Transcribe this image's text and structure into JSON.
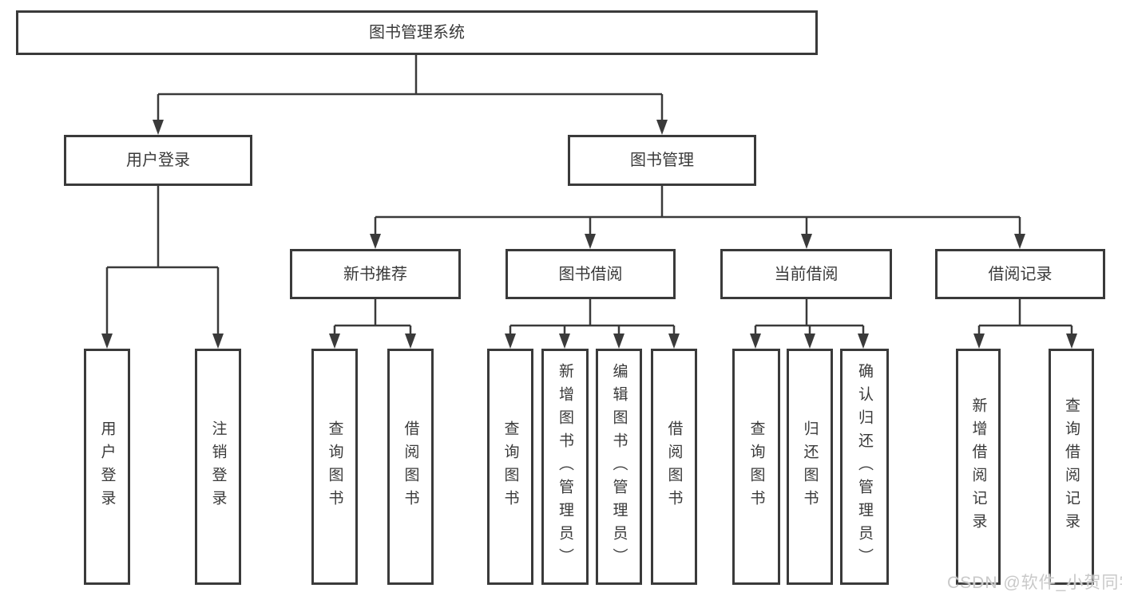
{
  "diagram_title": "图书管理系统",
  "colors": {
    "line": "#3a3a3a",
    "box_background": "#ffffff",
    "page_background": "#ffffff",
    "watermark": "#c9c9c9"
  },
  "nodes": {
    "root": {
      "label": "图书管理系统"
    },
    "user_login": {
      "label": "用户登录"
    },
    "book_mgmt": {
      "label": "图书管理"
    },
    "new_book_rec": {
      "label": "新书推荐"
    },
    "book_borrow": {
      "label": "图书借阅"
    },
    "current_borrow": {
      "label": "当前借阅"
    },
    "borrow_records": {
      "label": "借阅记录"
    },
    "user_login_leaf": {
      "label": "用户登录"
    },
    "logout_leaf": {
      "label": "注销登录"
    },
    "query_books_rec": {
      "label": "查询图书"
    },
    "borrow_books_rec": {
      "label": "借阅图书"
    },
    "query_books_borrow": {
      "label": "查询图书"
    },
    "add_book_admin": {
      "label": "新增图书（管理员）"
    },
    "edit_book_admin": {
      "label": "编辑图书（管理员）"
    },
    "borrow_books_borrow": {
      "label": "借阅图书"
    },
    "query_books_current": {
      "label": "查询图书"
    },
    "return_books": {
      "label": "归还图书"
    },
    "confirm_return_admin": {
      "label": "确认归还（管理员）"
    },
    "add_borrow_record": {
      "label": "新增借阅记录"
    },
    "query_borrow_record": {
      "label": "查询借阅记录"
    }
  },
  "edges": [
    [
      "root",
      "user_login"
    ],
    [
      "root",
      "book_mgmt"
    ],
    [
      "user_login",
      "user_login_leaf"
    ],
    [
      "user_login",
      "logout_leaf"
    ],
    [
      "book_mgmt",
      "new_book_rec"
    ],
    [
      "book_mgmt",
      "book_borrow"
    ],
    [
      "book_mgmt",
      "current_borrow"
    ],
    [
      "book_mgmt",
      "borrow_records"
    ],
    [
      "new_book_rec",
      "query_books_rec"
    ],
    [
      "new_book_rec",
      "borrow_books_rec"
    ],
    [
      "book_borrow",
      "query_books_borrow"
    ],
    [
      "book_borrow",
      "add_book_admin"
    ],
    [
      "book_borrow",
      "edit_book_admin"
    ],
    [
      "book_borrow",
      "borrow_books_borrow"
    ],
    [
      "current_borrow",
      "query_books_current"
    ],
    [
      "current_borrow",
      "return_books"
    ],
    [
      "current_borrow",
      "confirm_return_admin"
    ],
    [
      "borrow_records",
      "add_borrow_record"
    ],
    [
      "borrow_records",
      "query_borrow_record"
    ]
  ],
  "watermark": {
    "text": "CSDN @软件_小贺同学"
  }
}
